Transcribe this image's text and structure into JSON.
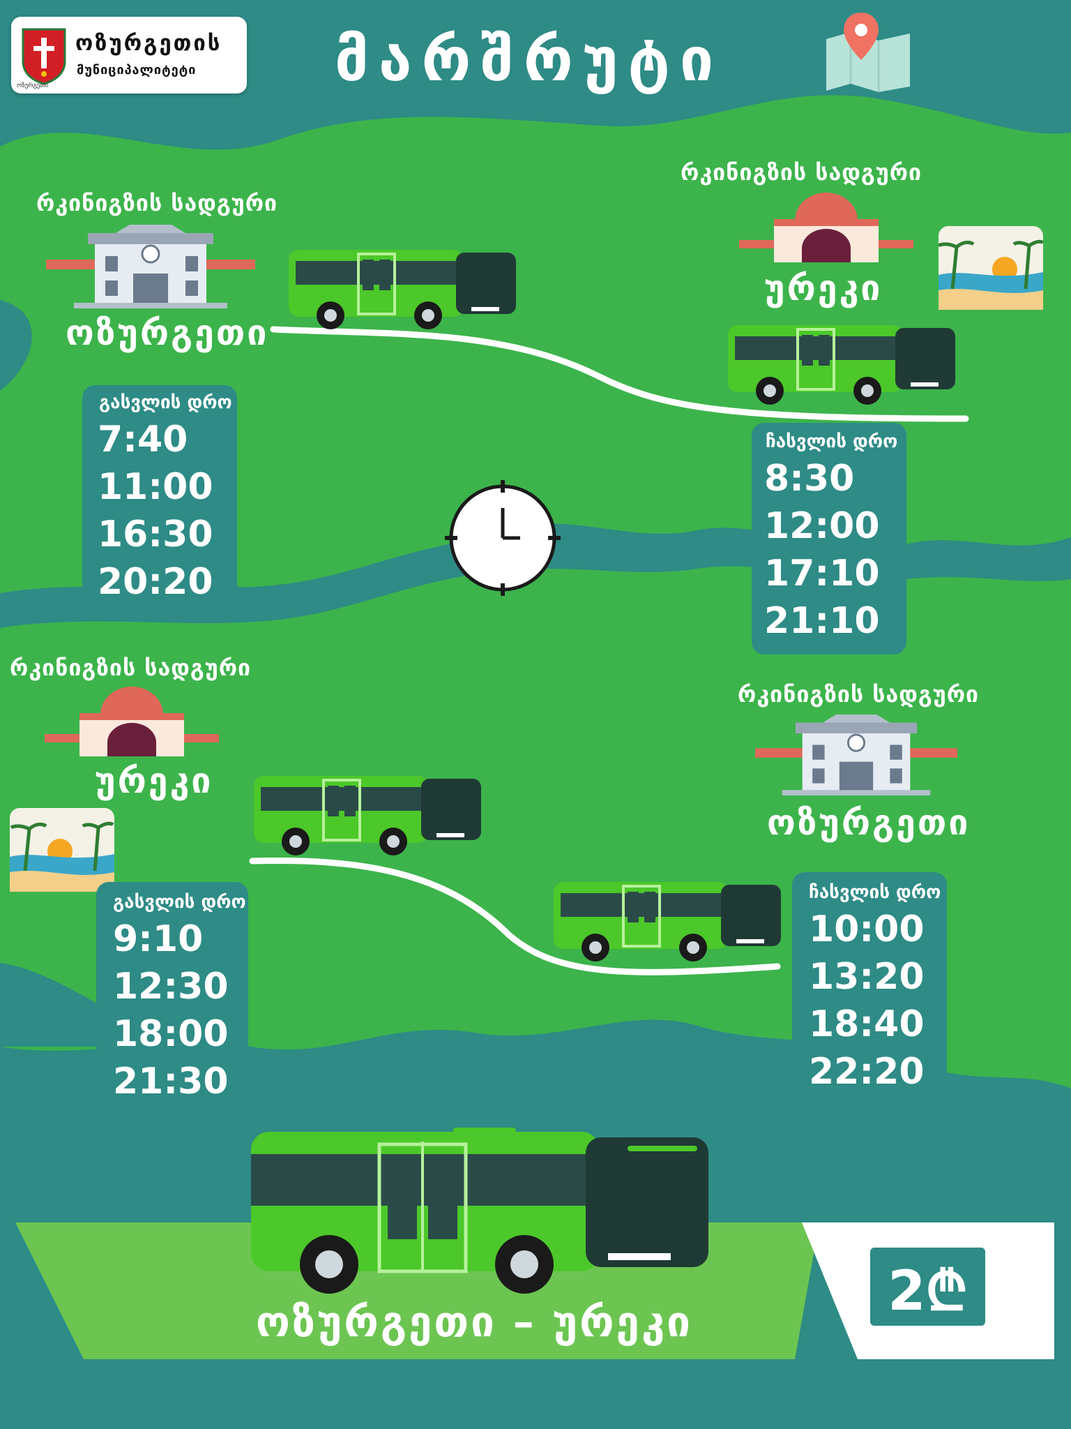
{
  "header": {
    "logo_line1": "ოზურგეთის",
    "logo_line2": "მუნიციპალიტეტი",
    "logo_badge": "ოზურგეთი",
    "title": "მარშრუტი"
  },
  "route_one": {
    "origin_station": "რკინიგზის სადგური",
    "origin_city": "ოზურგეთი",
    "dest_station": "რკინიგზის სადგური",
    "dest_city": "ურეკი",
    "departure_title": "გასვლის დრო",
    "departures": [
      "7:40",
      "11:00",
      "16:30",
      "20:20"
    ],
    "arrival_title": "ჩასვლის დრო",
    "arrivals": [
      "8:30",
      "12:00",
      "17:10",
      "21:10"
    ]
  },
  "route_two": {
    "origin_station": "რკინიგზის სადგური",
    "origin_city": "ურეკი",
    "dest_station": "რკინიგზის სადგური",
    "dest_city": "ოზურგეთი",
    "departure_title": "გასვლის დრო",
    "departures": [
      "9:10",
      "12:30",
      "18:00",
      "21:30"
    ],
    "arrival_title": "ჩასვლის დრო",
    "arrivals": [
      "10:00",
      "13:20",
      "18:40",
      "22:20"
    ]
  },
  "footer": {
    "route_name": "ოზურგეთი – ურეკი",
    "price": "2₾"
  },
  "colors": {
    "teal": "#2e8b86",
    "green": "#3cb44b",
    "bus_green": "#4cc82a",
    "white": "#ffffff",
    "footer_green": "#6cc551"
  },
  "icons": [
    "map-pin-icon",
    "clock-icon",
    "bus-icon",
    "station-building-icon",
    "beach-icon",
    "municipality-crest-icon"
  ]
}
